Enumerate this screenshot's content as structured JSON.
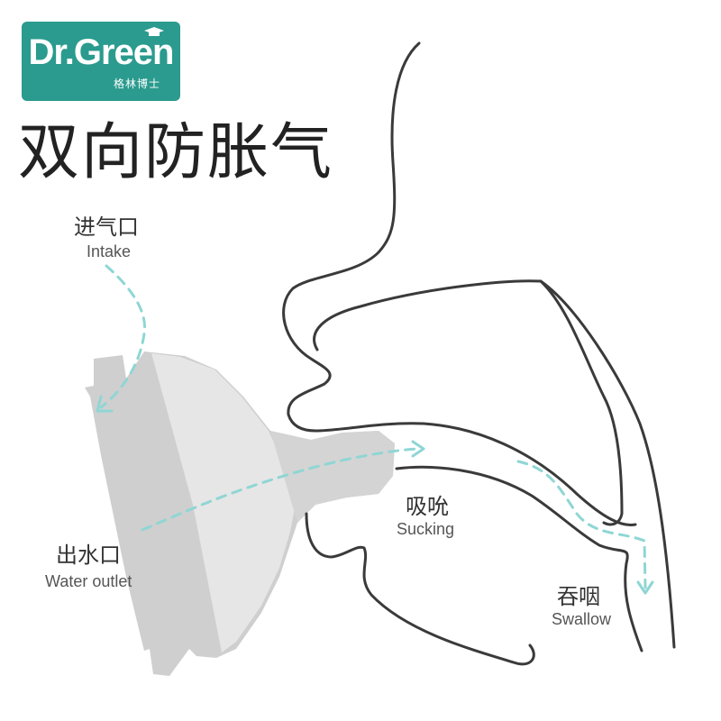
{
  "brand": {
    "name": "Dr.Green",
    "subtitle": "格林博士",
    "color": "#2a9b8e"
  },
  "title": "双向防胀气",
  "labels": {
    "intake": {
      "zh": "进气口",
      "en": "Intake"
    },
    "sucking": {
      "zh": "吸吮",
      "en": "Sucking"
    },
    "water_outlet": {
      "zh": "出水口",
      "en": "Water outlet"
    },
    "swallow": {
      "zh": "吞咽",
      "en": "Swallow"
    }
  },
  "colors": {
    "arrow": "#8fd6d4",
    "outline": "#3a3a3a",
    "nipple_dark": "#cfcfcf",
    "nipple_light": "#e4e4e4"
  }
}
